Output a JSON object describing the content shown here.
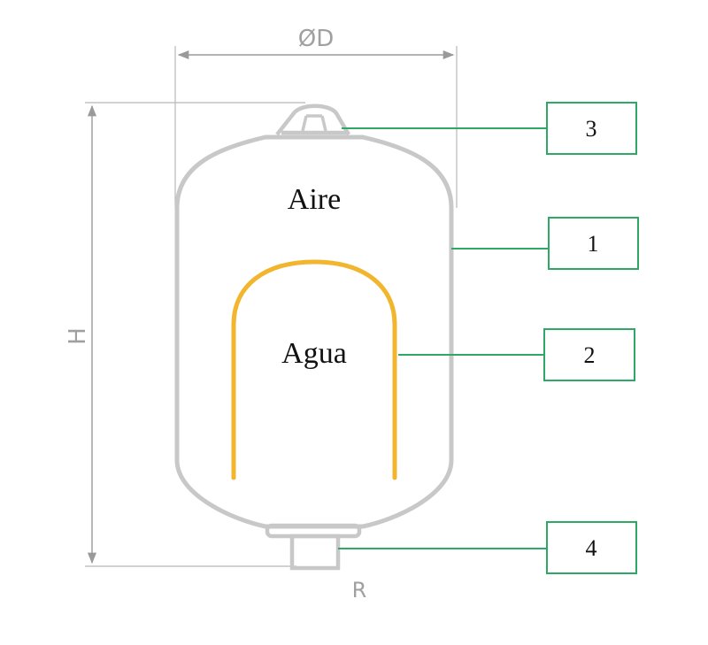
{
  "dimensions": {
    "diameter_label": "ØD",
    "height_label": "H",
    "connection_label": "R"
  },
  "zones": {
    "air_label": "Aire",
    "water_label": "Agua"
  },
  "callouts": [
    {
      "id": "valve",
      "number": "3"
    },
    {
      "id": "shell",
      "number": "1"
    },
    {
      "id": "membrane",
      "number": "2"
    },
    {
      "id": "connection",
      "number": "4"
    }
  ],
  "colors": {
    "tank_outline": "#c8c8c8",
    "membrane": "#f2b52e",
    "callout_line": "#2fa865",
    "dimension_line": "#a0a0a0"
  }
}
